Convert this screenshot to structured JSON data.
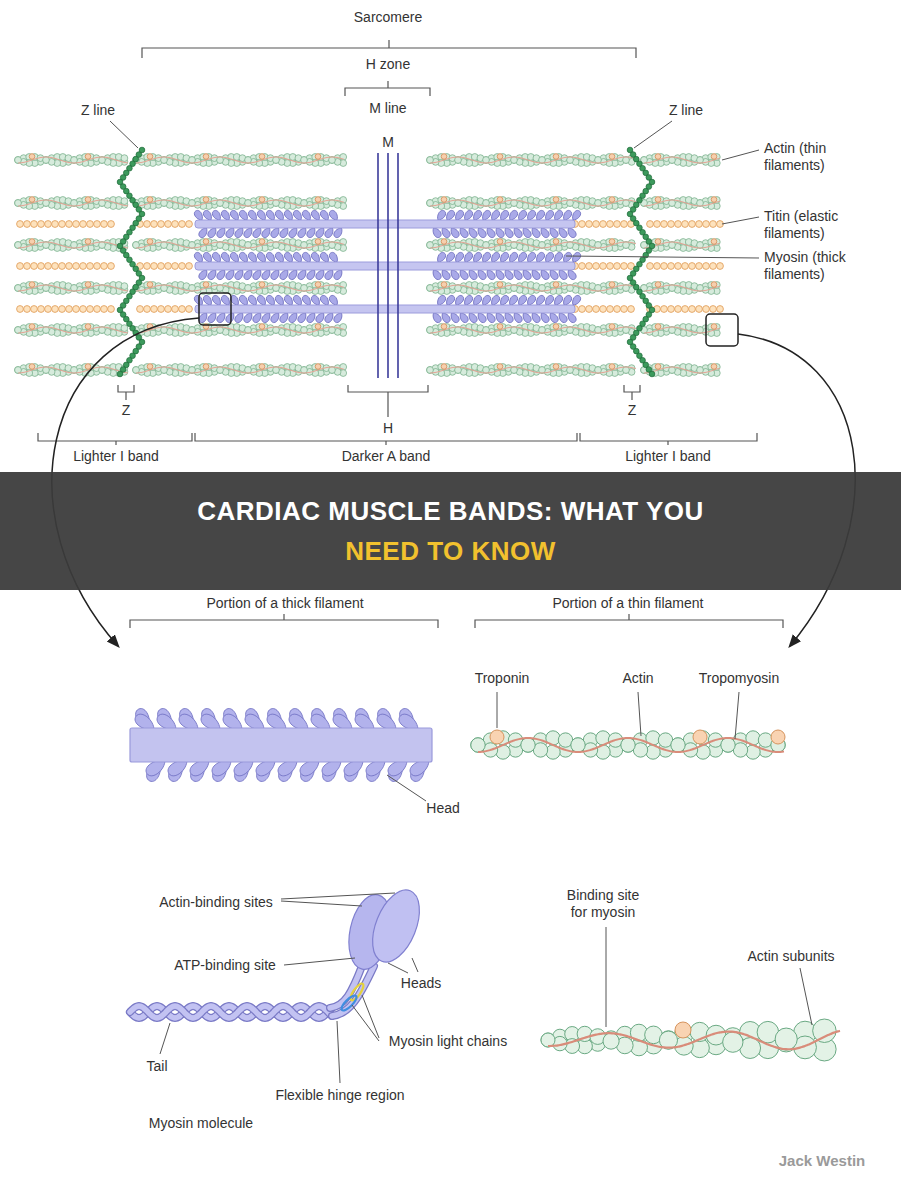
{
  "diagram": {
    "nodes": [
      {
        "text": [
          "CARDIAC MUSCLE BANDS: WHAT YOU",
          "NEED TO KNOW"
        ]
      }
    ],
    "labels": [
      "Sarcomere",
      "H zone",
      "M line",
      "M",
      "Z line",
      "Z line",
      "Actin (thin filaments)",
      "Titin (elastic filaments)",
      "Myosin (thick filaments)",
      "Z",
      "H",
      "Z",
      "Lighter I band",
      "Darker A band",
      "Lighter I band",
      "Portion of a thick filament",
      "Head",
      "Portion of a thin filament",
      "Troponin",
      "Actin",
      "Tropomyosin",
      "Actin-binding sites",
      "ATP-binding site",
      "Heads",
      "Myosin light chains",
      "Tail",
      "Flexible hinge region",
      "Myosin molecule",
      "Binding site for myosin",
      "Actin subunits",
      "Jack Westin"
    ]
  }
}
